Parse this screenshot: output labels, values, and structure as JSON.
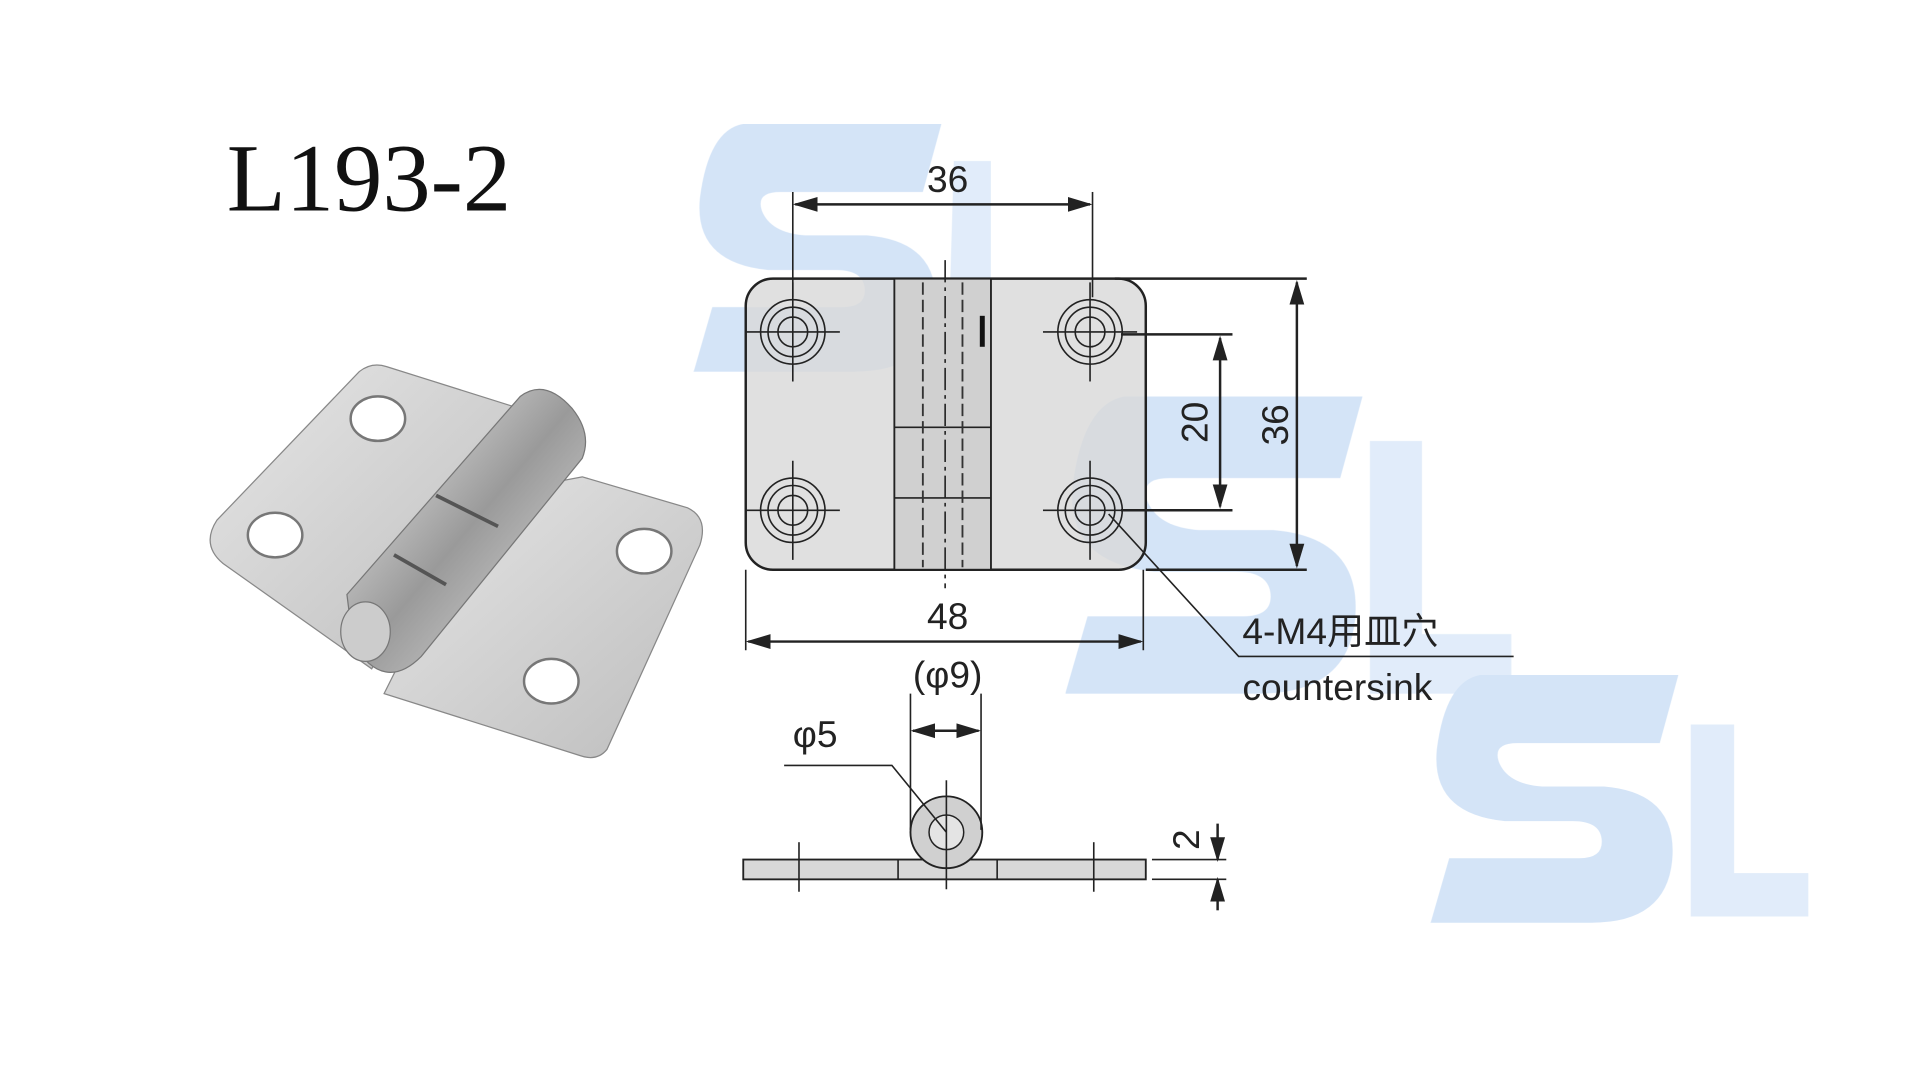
{
  "title": "L193-2",
  "drawing": {
    "dim_hole_spacing_horizontal": "36",
    "dim_height": "36",
    "dim_hole_spacing_vertical": "20",
    "dim_width": "48",
    "dim_knuckle_diameter": "(φ9)",
    "dim_pin_diameter": "φ5",
    "dim_thickness": "2",
    "hole_note_jp": "4-M4用皿穴",
    "hole_note_en": "countersink"
  },
  "watermark": "SL",
  "colors": {
    "watermark": "#9fc3ee",
    "line": "#222222",
    "plate": "#d9d9d9"
  }
}
